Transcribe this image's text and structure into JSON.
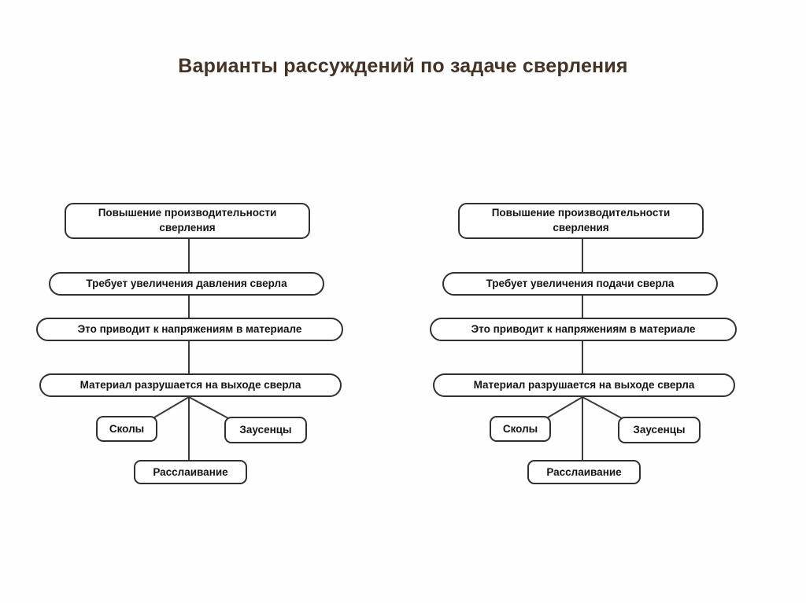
{
  "slide": {
    "title": "Варианты рассуждений по задаче сверления",
    "title_color": "#453325",
    "background_color": "#fefefe",
    "node_border_color": "#303030",
    "node_text_color": "#141414",
    "connector_color": "#3a3a3a"
  },
  "diagrams": [
    {
      "id": "left",
      "nodes": {
        "root": "Повышение производительности сверления",
        "requires": "Требует увеличения давления сверла",
        "stress": "Это приводит к напряжениям в материале",
        "breaks": "Материал разрушается на выходе сверла",
        "chips": "Сколы",
        "burrs": "Заусенцы",
        "delamination": "Расслаивание"
      }
    },
    {
      "id": "right",
      "nodes": {
        "root": "Повышение производительности сверления",
        "requires": "Требует увеличения подачи сверла",
        "stress": "Это приводит к напряжениям в материале",
        "breaks": "Материал разрушается на выходе сверла",
        "chips": "Сколы",
        "burrs": "Заусенцы",
        "delamination": "Расслаивание"
      }
    }
  ]
}
